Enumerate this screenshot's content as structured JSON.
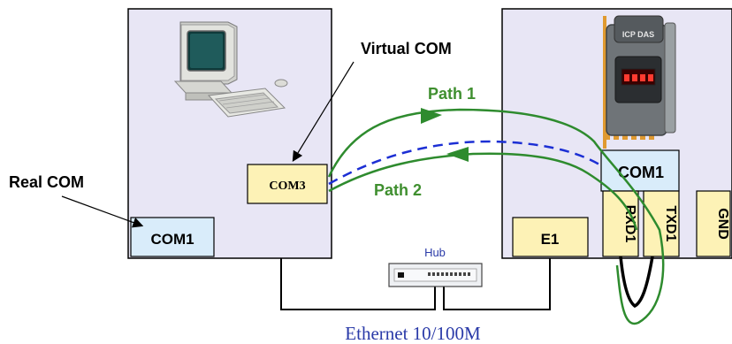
{
  "labels": {
    "virtual_com": "Virtual COM",
    "real_com": "Real COM",
    "path1": "Path 1",
    "path2": "Path 2",
    "hub": "Hub",
    "ethernet": "Ethernet 10/100M"
  },
  "pc_box": {
    "com3": "COM3",
    "com1": "COM1"
  },
  "device_box": {
    "com1": "COM1",
    "e1": "E1",
    "rxd1": "RXD1",
    "txd1": "TXD1",
    "gnd": "GND",
    "brand_logo": "ICP DAS"
  },
  "colors": {
    "panel_fill": "#e8e6f5",
    "com_fill": "#d9ecfa",
    "yellow_fill": "#fdf2b6",
    "path_green": "#2e8b2e",
    "label_green": "#3f8f2f",
    "dashed_blue": "#1c2fd4",
    "ethernet_blue": "#2a3aa8"
  }
}
